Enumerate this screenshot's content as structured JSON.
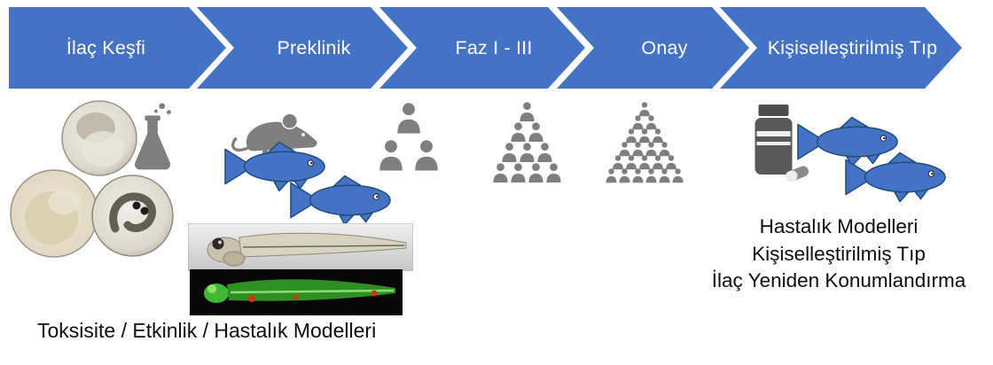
{
  "colors": {
    "arrow_blue": "#4472C4",
    "fish_blue": "#4472C4",
    "icon_gray": "#7f7f7f"
  },
  "pipeline": {
    "stages": [
      {
        "label": "İlaç Keşfi"
      },
      {
        "label": "Preklinik"
      },
      {
        "label": "Faz I - III"
      },
      {
        "label": "Onay"
      },
      {
        "label": "Kişiselleştirilmiş Tıp"
      }
    ]
  },
  "captions": {
    "preclinical_models": "Toksisite / Etkinlik / Hastalık Modelleri",
    "personalized": {
      "line1": "Hastalık Modelleri",
      "line2": "Kişiselleştirilmiş Tıp",
      "line3": "İlaç Yeniden Konumlandırma"
    }
  },
  "icons": {
    "stage1": [
      "zebrafish-embryo-photo",
      "flask-icon",
      "zebrafish-embryo-photo",
      "zebrafish-embryo-photo"
    ],
    "stage2": [
      "mouse-icon",
      "zebrafish-icon",
      "zebrafish-icon",
      "zebrafish-larva-photo",
      "fluorescent-zebrafish-photo"
    ],
    "stage3": [
      "people-group-icon",
      "people-pyramid-small-icon"
    ],
    "stage4": [
      "people-pyramid-large-icon"
    ],
    "stage5": [
      "pill-bottle-icon",
      "zebrafish-icon",
      "zebrafish-icon"
    ]
  }
}
